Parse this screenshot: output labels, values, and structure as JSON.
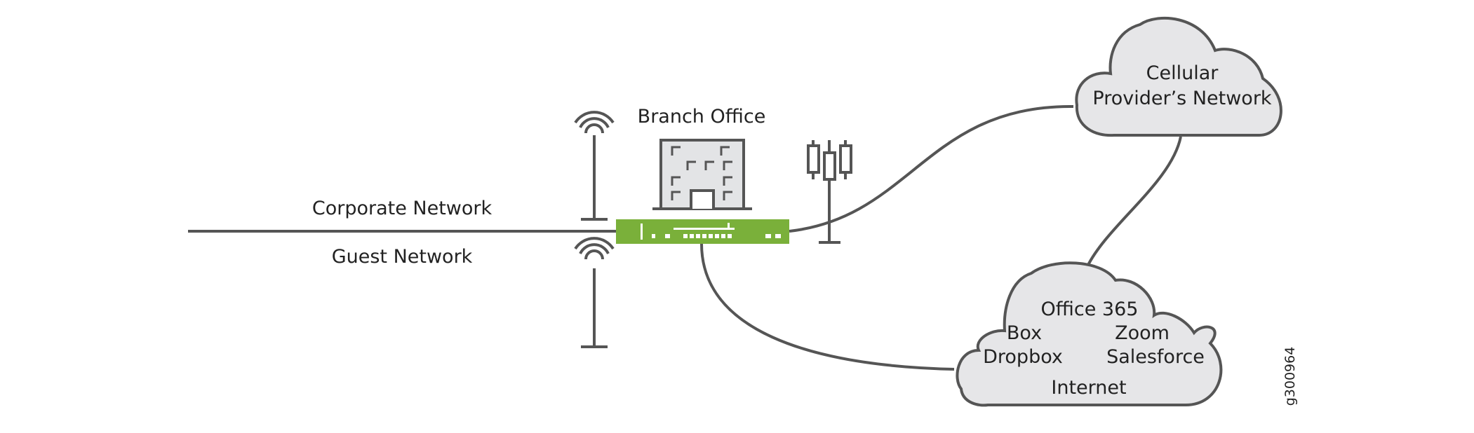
{
  "labels": {
    "branch_office": "Branch Office",
    "corporate_network": "Corporate Network",
    "guest_network": "Guest Network",
    "figure_id": "g300964"
  },
  "cellular_cloud": {
    "line1": "Cellular",
    "line2": "Provider’s Network"
  },
  "internet_cloud": {
    "apps": [
      "Office 365",
      "Box",
      "Zoom",
      "Dropbox",
      "Salesforce"
    ],
    "title": "Internet"
  },
  "colors": {
    "line": "#555555",
    "cloud_fill": "#e6e6e8",
    "device_green": "#7ab03a",
    "building_fill": "#e3e4e6"
  }
}
